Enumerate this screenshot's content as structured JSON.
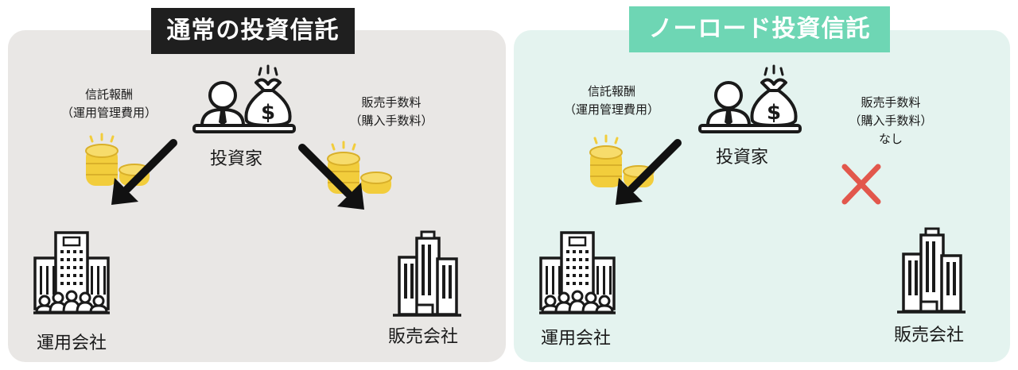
{
  "left": {
    "title": "通常の投資信託",
    "fee_trust": [
      "信託報酬",
      "（運用管理費用）"
    ],
    "fee_sales": [
      "販売手数料",
      "（購入手数料）"
    ],
    "investor": "投資家",
    "operator": "運用会社",
    "seller": "販売会社"
  },
  "right": {
    "title": "ノーロード投資信託",
    "fee_trust": [
      "信託報酬",
      "（運用管理費用）"
    ],
    "fee_sales": [
      "販売手数料",
      "（購入手数料）",
      "なし"
    ],
    "investor": "投資家",
    "operator": "運用会社",
    "seller": "販売会社"
  },
  "colors": {
    "left_panel": "#e9e7e5",
    "right_panel": "#e4f3ef",
    "left_title_bg": "#1f1f1f",
    "right_title_bg": "#6ed6b4",
    "coin": "#f2cd3c",
    "cross": "#e2574c"
  },
  "icons": [
    "investor-icon",
    "money-bag-icon",
    "coin-stack-icon",
    "arrow-icon",
    "office-building-icon",
    "skyscraper-icon",
    "cross-icon"
  ]
}
